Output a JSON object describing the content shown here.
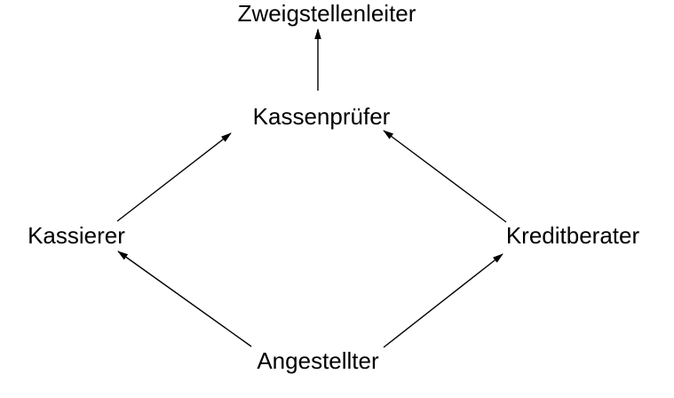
{
  "diagram": {
    "type": "hierarchy",
    "background_color": "#ffffff",
    "text_color": "#000000",
    "arrow_color": "#000000",
    "nodes": [
      {
        "id": "zweigstellenleiter",
        "label": "Zweigstellenleiter"
      },
      {
        "id": "kassenpruefer",
        "label": "Kassenprüfer"
      },
      {
        "id": "kassierer",
        "label": "Kassierer"
      },
      {
        "id": "kreditberater",
        "label": "Kreditberater"
      },
      {
        "id": "angestellter",
        "label": "Angestellter"
      }
    ],
    "edges": [
      {
        "from": "kassenpruefer",
        "to": "zweigstellenleiter"
      },
      {
        "from": "kassierer",
        "to": "kassenpruefer"
      },
      {
        "from": "kreditberater",
        "to": "kassenpruefer"
      },
      {
        "from": "angestellter",
        "to": "kassierer"
      },
      {
        "from": "angestellter",
        "to": "kreditberater"
      }
    ]
  }
}
